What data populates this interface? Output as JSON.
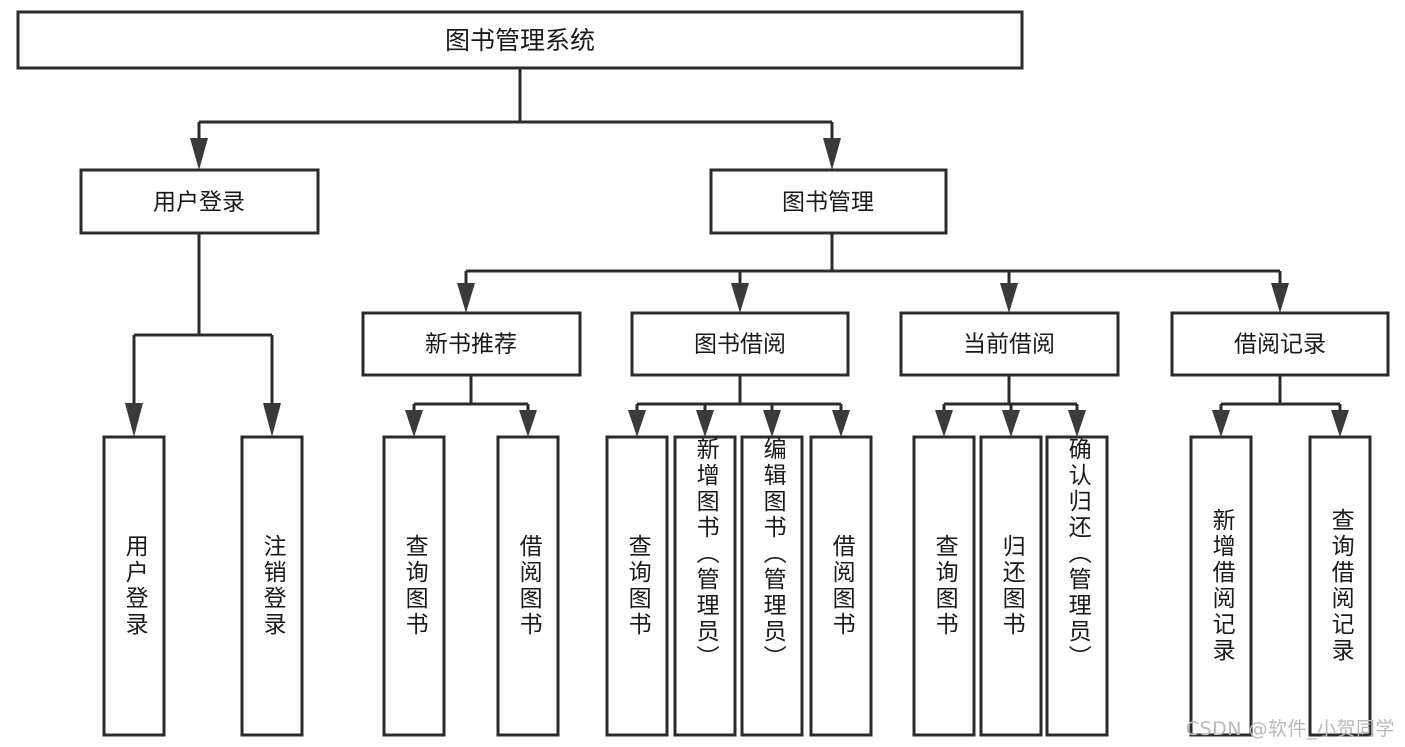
{
  "diagram": {
    "title": "图书管理系统",
    "type": "tree-hierarchy-diagram",
    "watermark": "CSDN @软件_小贺同学",
    "colors": {
      "background": "#ffffff",
      "box_stroke": "#2b2b2b",
      "box_fill": "#ffffff",
      "connector": "#2b2b2b",
      "arrow": "#3a3a3a",
      "text": "#1a1a1a",
      "watermark": "#b9b9b9"
    },
    "root": {
      "label": "图书管理系统"
    },
    "level2": [
      {
        "label": "用户登录"
      },
      {
        "label": "图书管理"
      }
    ],
    "level3": [
      {
        "label": "新书推荐"
      },
      {
        "label": "图书借阅"
      },
      {
        "label": "当前借阅"
      },
      {
        "label": "借阅记录"
      }
    ],
    "leaves": {
      "user_login": [
        {
          "label": "用户登录"
        },
        {
          "label": "注销登录"
        }
      ],
      "new_book_recommend": [
        {
          "label": "查询图书"
        },
        {
          "label": "借阅图书"
        }
      ],
      "book_borrow": [
        {
          "label": "查询图书"
        },
        {
          "label": "新增图书（管理员）"
        },
        {
          "label": "编辑图书（管理员）"
        },
        {
          "label": "借阅图书"
        }
      ],
      "current_borrow": [
        {
          "label": "查询图书"
        },
        {
          "label": "归还图书"
        },
        {
          "label": "确认归还（管理员）"
        }
      ],
      "borrow_records": [
        {
          "label": "新增借阅记录"
        },
        {
          "label": "查询借阅记录"
        }
      ]
    }
  }
}
